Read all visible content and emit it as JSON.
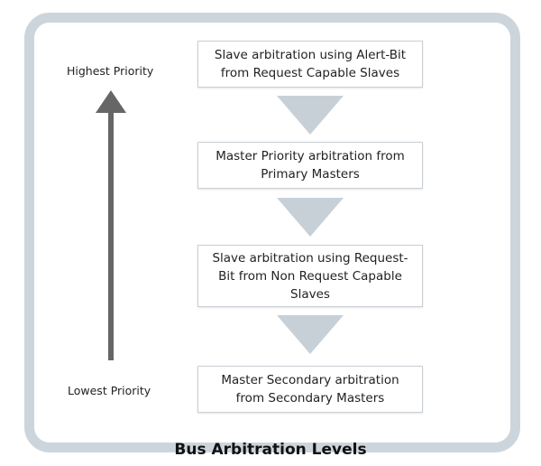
{
  "priority": {
    "highest": "Highest Priority",
    "lowest": "Lowest Priority"
  },
  "levels": [
    {
      "label": "Slave arbitration using Alert-Bit\nfrom Request Capable Slaves"
    },
    {
      "label": "Master Priority arbitration from\nPrimary Masters"
    },
    {
      "label": "Slave arbitration using Request-\nBit  from Non Request Capable\nSlaves"
    },
    {
      "label": "Master Secondary arbitration\nfrom Secondary Masters"
    }
  ],
  "title": "Bus Arbitration Levels",
  "colors": {
    "frame": "#cdd5dc",
    "triangle": "#c8d0d7",
    "arrow": "#666666"
  }
}
